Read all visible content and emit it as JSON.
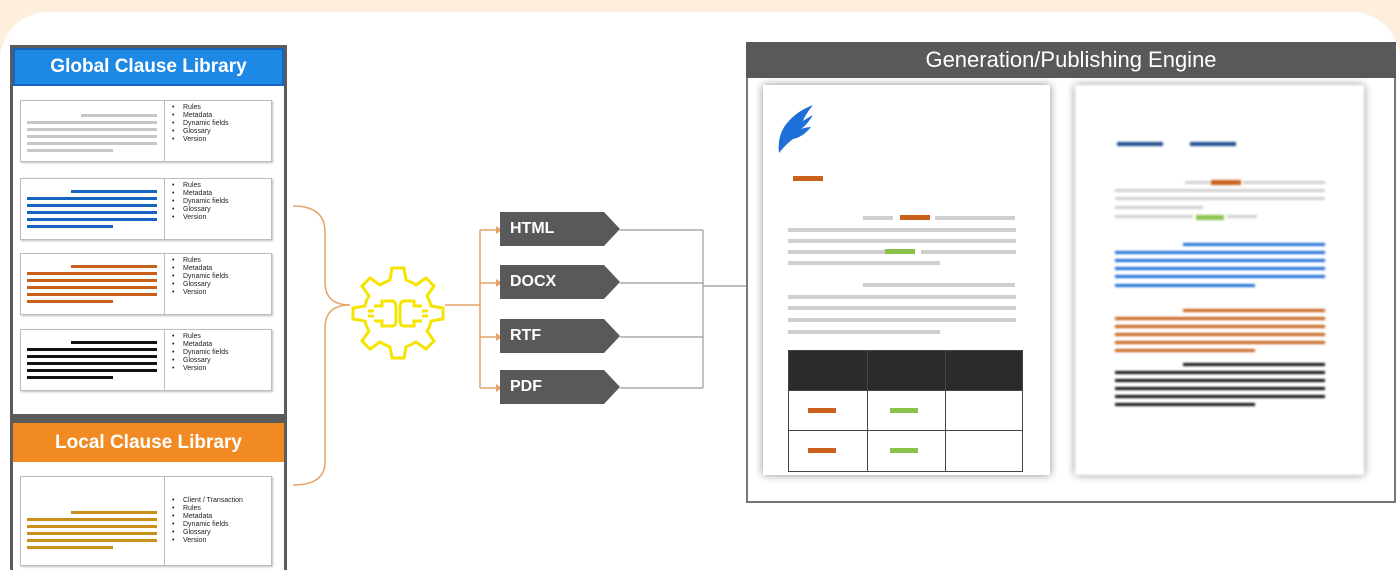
{
  "global_library": {
    "title": "Global Clause Library",
    "clauses": [
      {
        "accent": "#c7c7c7",
        "items": [
          "Rules",
          "Metadata",
          "Dynamic fields",
          "Glossary",
          "Version"
        ]
      },
      {
        "accent": "#1565c0",
        "items": [
          "Rules",
          "Metadata",
          "Dynamic fields",
          "Glossary",
          "Version"
        ]
      },
      {
        "accent": "#c9611a",
        "items": [
          "Rules",
          "Metadata",
          "Dynamic fields",
          "Glossary",
          "Version"
        ]
      },
      {
        "accent": "#111111",
        "items": [
          "Rules",
          "Metadata",
          "Dynamic fields",
          "Glossary",
          "Version"
        ]
      }
    ]
  },
  "local_library": {
    "title": "Local Clause Library",
    "clauses": [
      {
        "accent": "#c8901a",
        "items": [
          "Client / Transaction",
          "Rules",
          "Metadata",
          "Dynamic fields",
          "Glossary",
          "Version"
        ]
      }
    ]
  },
  "connector": {
    "icon": "plug-gear-icon",
    "color": "#f5e400"
  },
  "formats": [
    "HTML",
    "DOCX",
    "RTF",
    "PDF"
  ],
  "engine": {
    "title": "Generation/Publishing Engine"
  },
  "colors": {
    "global_header": "#1e88e5",
    "local_header": "#f28a24",
    "frame": "#5b5b5b",
    "format_arrow": "#595959",
    "brace": "#e5a46a",
    "highlight_orange": "#c9611a",
    "highlight_green": "#8bc34a"
  }
}
